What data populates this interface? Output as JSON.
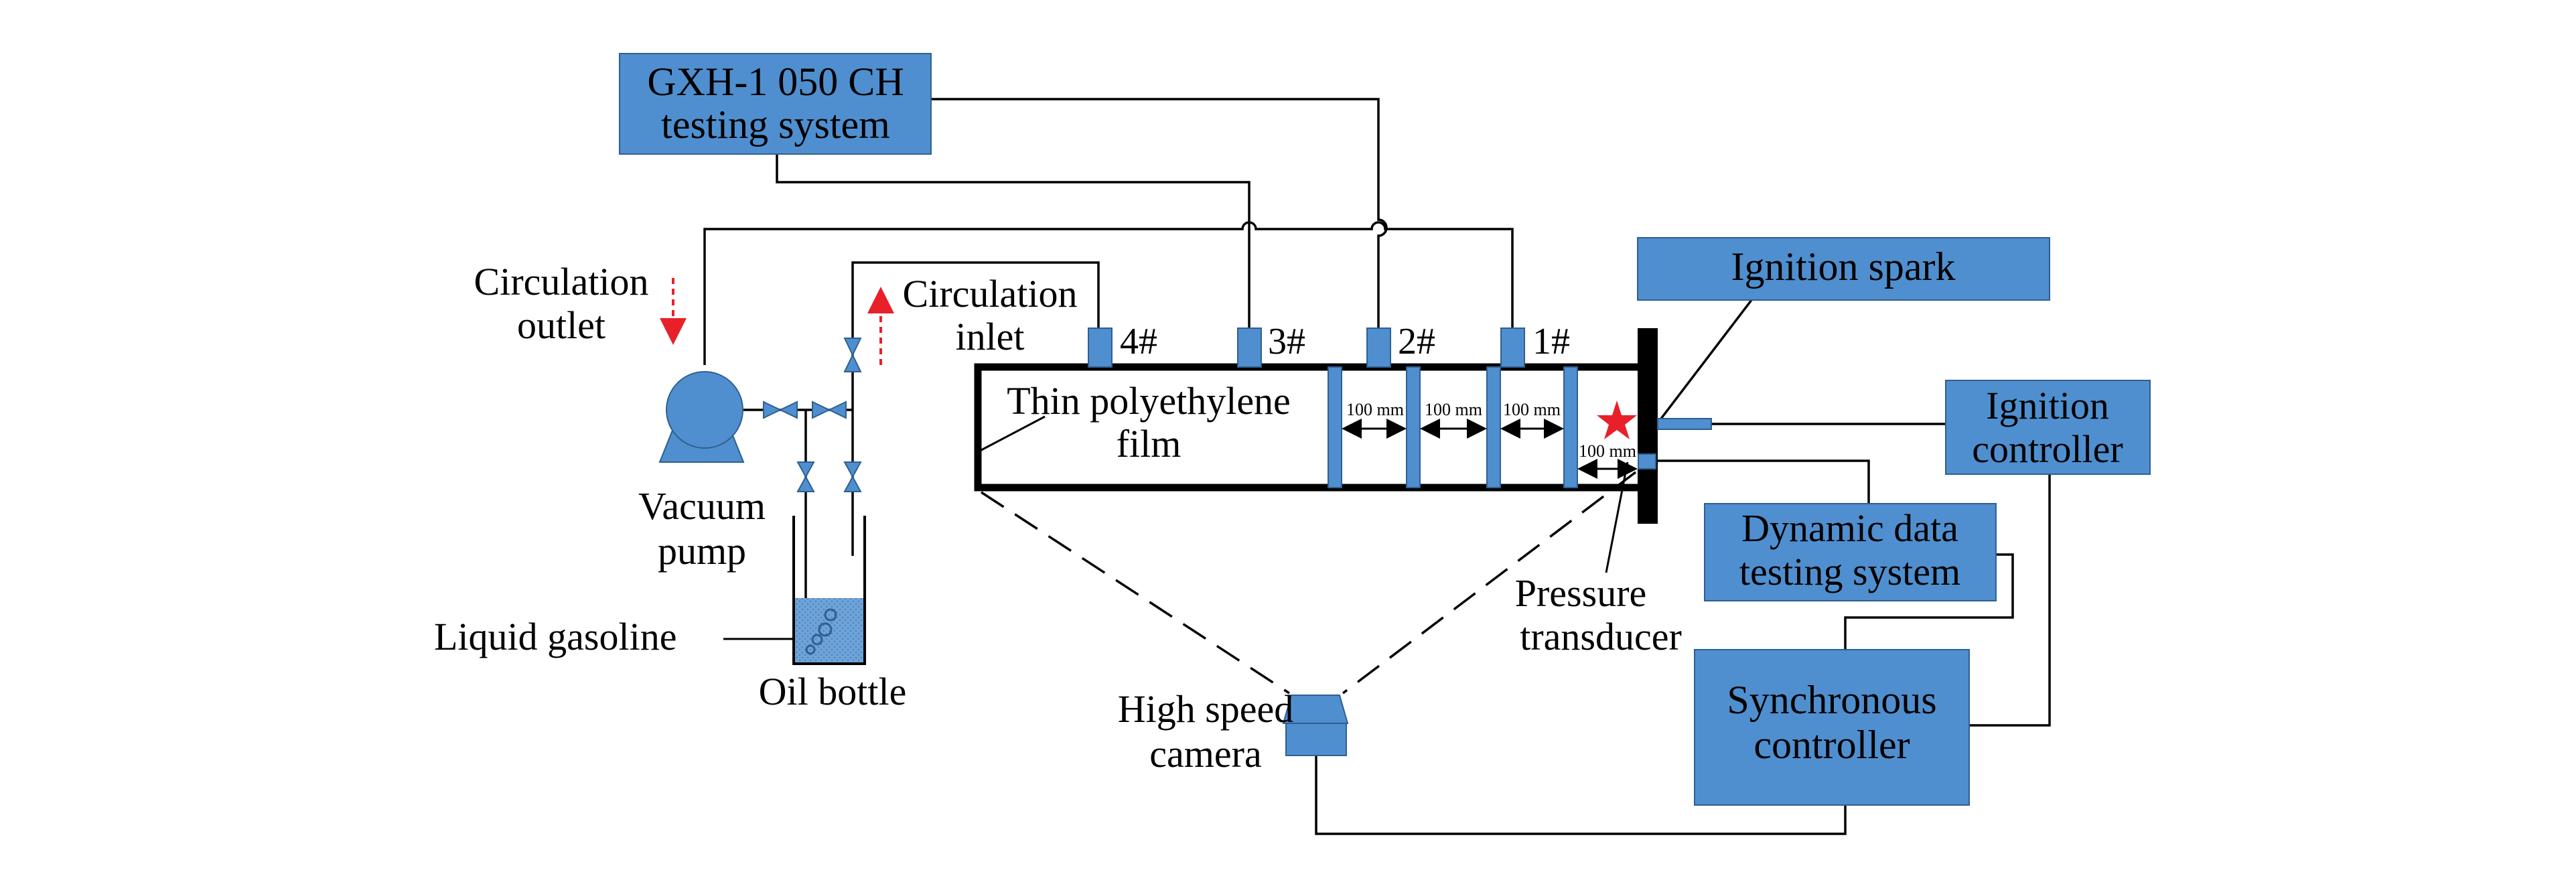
{
  "boxes": {
    "gxh_line1": "GXH-1 050 CH",
    "gxh_line2": "testing system",
    "ignition_spark": "Ignition spark",
    "ignition_controller_line1": "Ignition",
    "ignition_controller_line2": "controller",
    "dynamic_line1": "Dynamic data",
    "dynamic_line2": "testing system",
    "sync_line1": "Synchronous",
    "sync_line2": "controller"
  },
  "labels": {
    "circulation_outlet_line1": "Circulation",
    "circulation_outlet_line2": "outlet",
    "circulation_inlet_line1": "Circulation",
    "circulation_inlet_line2": "inlet",
    "vacuum_pump_line1": "Vacuum",
    "vacuum_pump_line2": "pump",
    "liquid_gasoline": "Liquid gasoline",
    "oil_bottle": "Oil bottle",
    "film_line1": "Thin polyethylene",
    "film_line2": "film",
    "pressure_line1": "Pressure",
    "pressure_line2": "transducer",
    "camera_line1": "High speed",
    "camera_line2": "camera"
  },
  "ports": [
    "4#",
    "3#",
    "2#",
    "1#"
  ],
  "spacing_labels": [
    "100 mm",
    "100 mm",
    "100 mm",
    "100 mm"
  ],
  "colors": {
    "box_fill": "#4f8fcf",
    "spark": "#e8202a",
    "arrow": "#e8202a"
  }
}
